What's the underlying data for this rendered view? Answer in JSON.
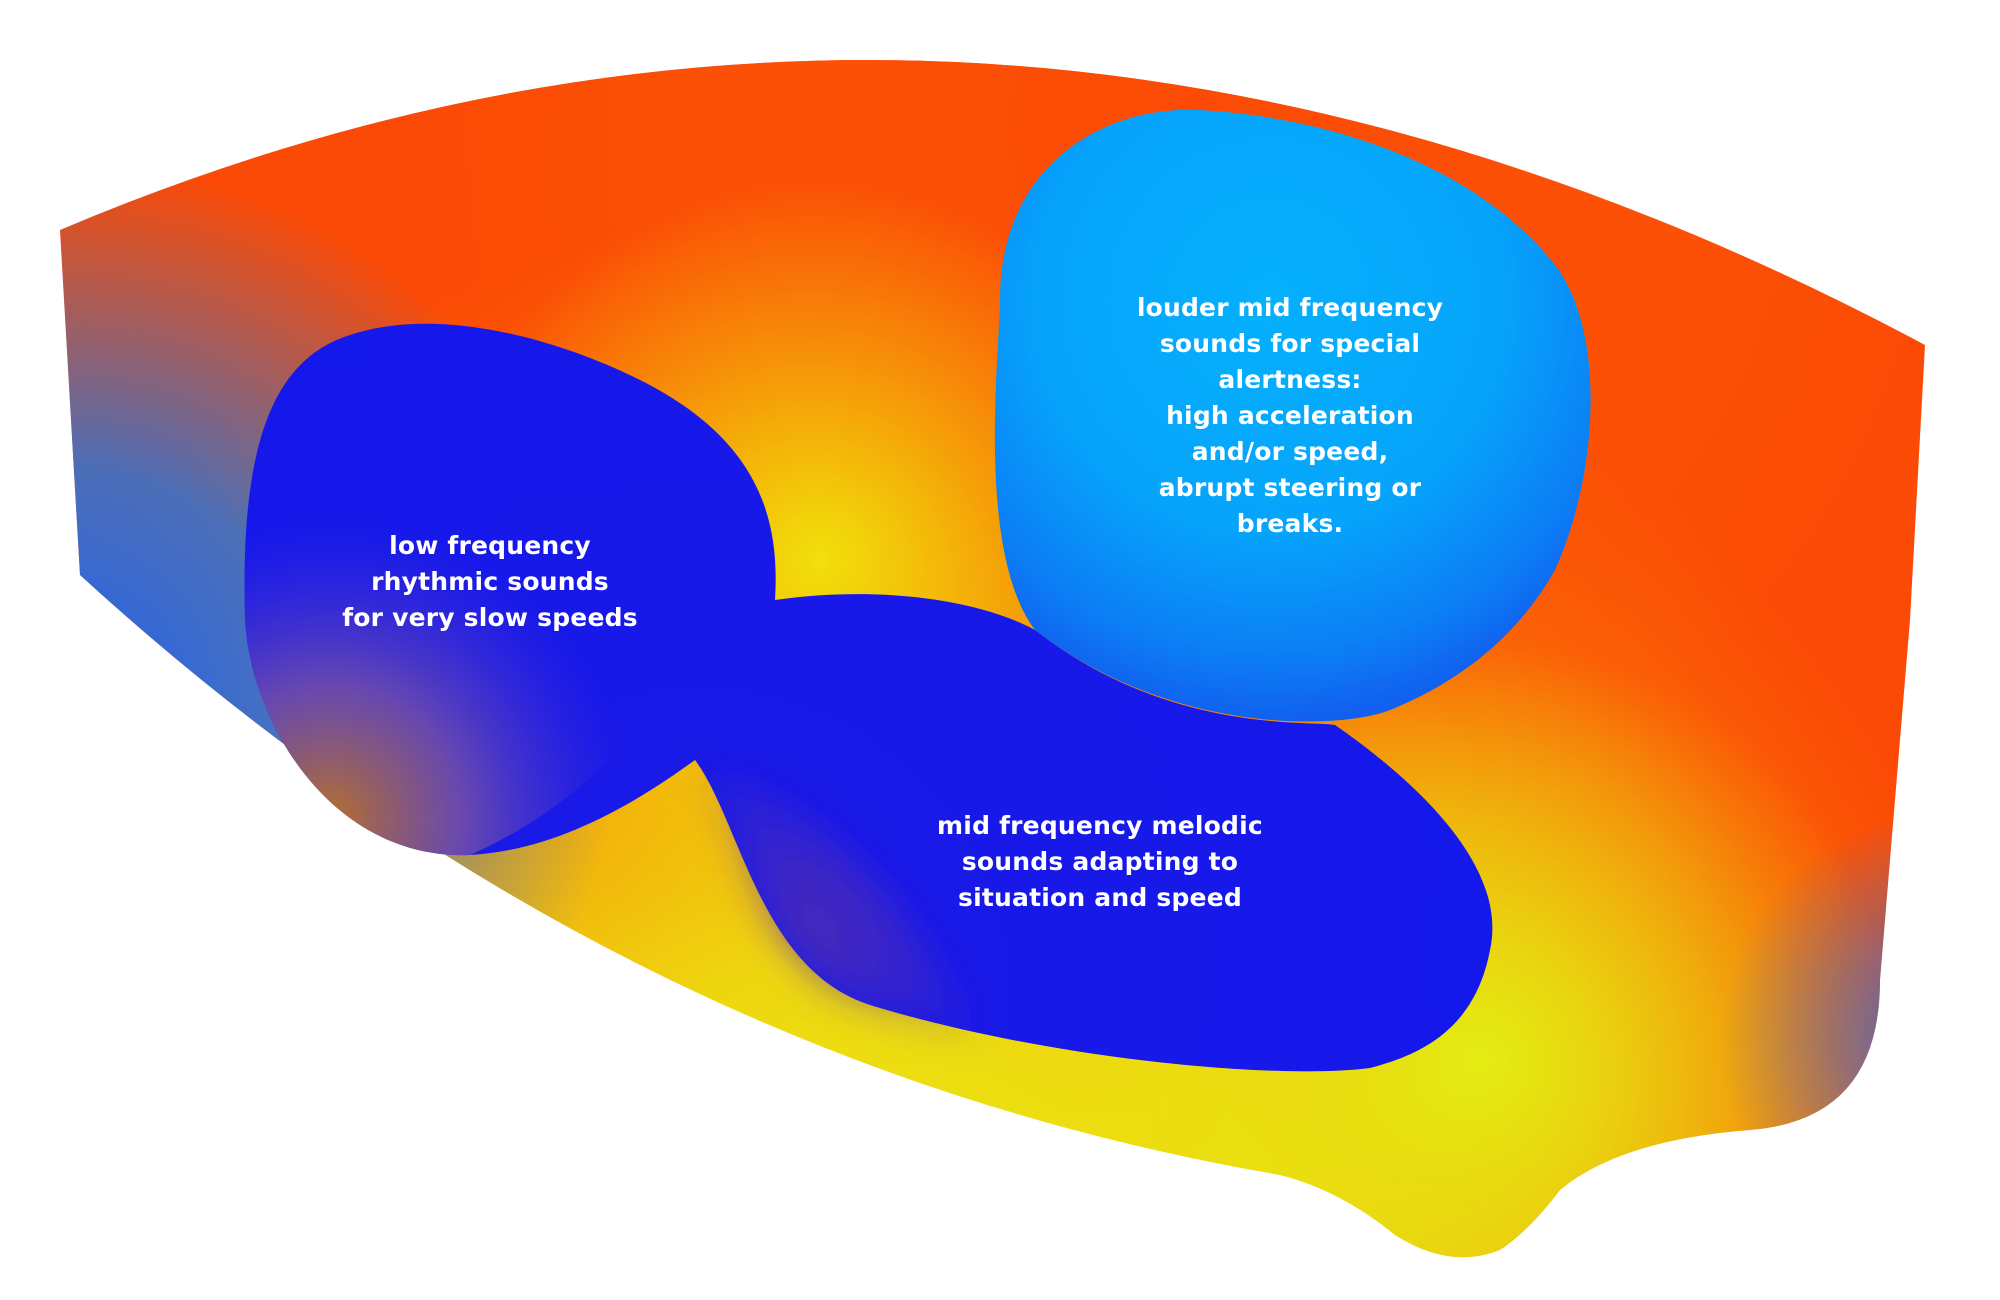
{
  "colors": {
    "outer_orange": "#fb4a05",
    "outer_amber": "#f39a0f",
    "outer_yellow": "#e6e614",
    "outer_blue": "#2f6fe0",
    "blob_blue": "#1714e8",
    "blob_light_blue": "#05aefc",
    "blob_brown": "#b06a30"
  },
  "zones": [
    {
      "id": "low",
      "text": "low frequency\nrhythmic sounds\nfor very slow speeds"
    },
    {
      "id": "mid",
      "text": "mid frequency melodic\nsounds adapting to\nsituation and speed"
    },
    {
      "id": "louder",
      "text": "louder mid frequency\nsounds for special\nalertness:\nhigh acceleration\nand/or speed,\nabrupt steering or\nbreaks."
    }
  ]
}
